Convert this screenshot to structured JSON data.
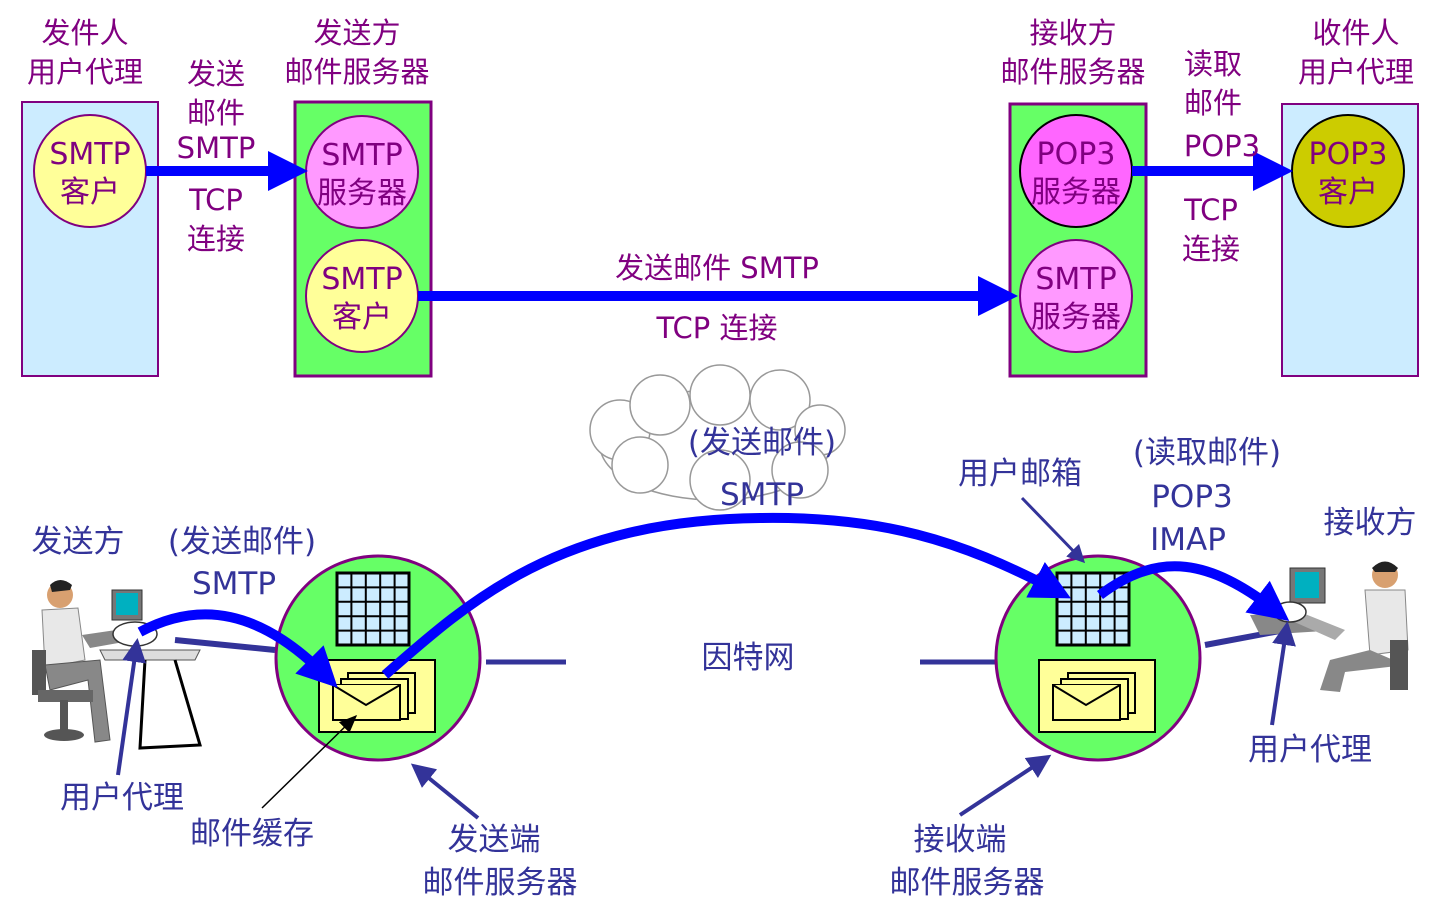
{
  "top": {
    "sender_agent": [
      "发件人",
      "用户代理"
    ],
    "sender_server": [
      "发送方",
      "邮件服务器"
    ],
    "receiver_server": [
      "接收方",
      "邮件服务器"
    ],
    "receiver_agent": [
      "收件人",
      "用户代理"
    ],
    "smtp_client_1": [
      "SMTP",
      "客户"
    ],
    "smtp_server_1": [
      "SMTP",
      "服务器"
    ],
    "smtp_client_2": [
      "SMTP",
      "客户"
    ],
    "pop3_server": [
      "POP3",
      "服务器"
    ],
    "smtp_server_2": [
      "SMTP",
      "服务器"
    ],
    "pop3_client": [
      "POP3",
      "客户"
    ],
    "send_label_1": [
      "发送",
      "邮件",
      "SMTP"
    ],
    "tcp_label_1": [
      "TCP",
      "连接"
    ],
    "send_label_2": "发送邮件 SMTP",
    "tcp_label_2": "TCP 连接",
    "read_label": [
      "读取",
      "邮件",
      "POP3"
    ],
    "tcp_label_3": [
      "TCP",
      "连接"
    ]
  },
  "bottom": {
    "sender": "发送方",
    "send_mail_1": "(发送邮件)",
    "smtp_1": "SMTP",
    "send_mail_2": "(发送邮件)",
    "smtp_2": "SMTP",
    "mailbox": "用户邮箱",
    "read_mail": "(读取邮件)",
    "pop3": "POP3",
    "imap": "IMAP",
    "receiver": "接收方",
    "internet": "因特网",
    "user_agent_left": "用户代理",
    "mail_buffer": "邮件缓存",
    "sending_server": [
      "发送端",
      "邮件服务器"
    ],
    "receiving_server": [
      "接收端",
      "邮件服务器"
    ],
    "user_agent_right": "用户代理"
  },
  "colors": {
    "text_purple": "#800080",
    "text_blue": "#333399",
    "arrow_blue": "#0000FF",
    "server_green": "#66FF66",
    "agent_lightblue": "#CCECFF",
    "client_yellow": "#FFFF99",
    "server_pink": "#FF99FF",
    "pop3_client_olive": "#CCCC00"
  }
}
